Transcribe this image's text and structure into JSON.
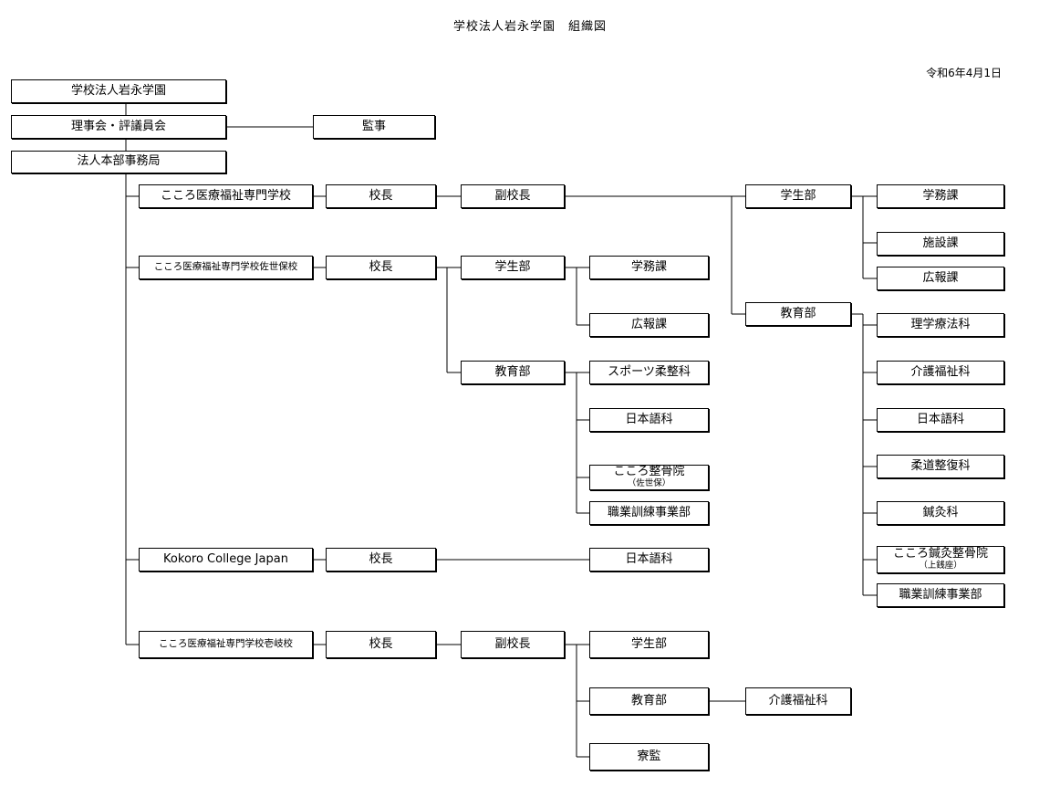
{
  "title": "学校法人岩永学園　組織図",
  "date": "令和6年4月1日",
  "hq": {
    "corp": "学校法人岩永学園",
    "board": "理事会・評議員会",
    "auditor": "監事",
    "office": "法人本部事務局"
  },
  "school1": {
    "name": "こころ医療福祉専門学校",
    "principal": "校長",
    "vice": "副校長",
    "student_dept": "学生部",
    "academic": "学務課",
    "facilities": "施設課",
    "pr": "広報課",
    "edu_dept": "教育部",
    "pt": "理学療法科",
    "care": "介護福祉科",
    "japanese": "日本語科",
    "judo": "柔道整復科",
    "acupuncture": "鍼灸科",
    "clinic": "こころ鍼灸整骨院",
    "clinic_sub": "（上銭座）",
    "vocational": "職業訓練事業部"
  },
  "school2": {
    "name": "こころ医療福祉専門学校佐世保校",
    "principal": "校長",
    "student_dept": "学生部",
    "academic": "学務課",
    "pr": "広報課",
    "edu_dept": "教育部",
    "sports": "スポーツ柔整科",
    "japanese": "日本語科",
    "clinic": "こころ整骨院",
    "clinic_sub": "（佐世保）",
    "vocational": "職業訓練事業部"
  },
  "school3": {
    "name": "Kokoro College Japan",
    "principal": "校長",
    "japanese": "日本語科"
  },
  "school4": {
    "name": "こころ医療福祉専門学校壱岐校",
    "principal": "校長",
    "vice": "副校長",
    "student_dept": "学生部",
    "edu_dept": "教育部",
    "care": "介護福祉科",
    "dorm": "寮監"
  }
}
